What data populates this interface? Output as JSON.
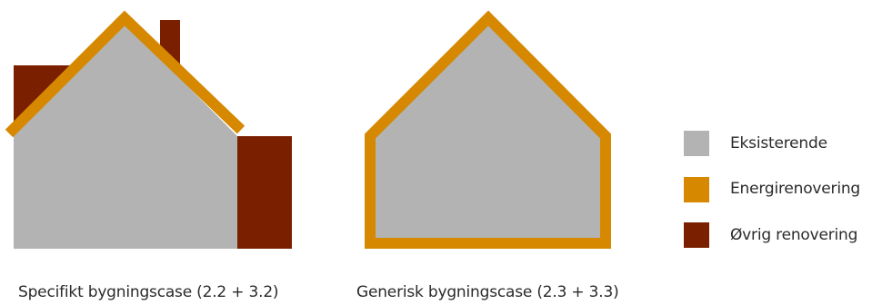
{
  "colors": {
    "existing": "#b3b3b3",
    "energy": "#d58800",
    "other": "#7a2000",
    "text": "#2b2b2b"
  },
  "captions": {
    "specific": "Specifikt bygningscase (2.2 + 3.2)",
    "generic": "Generisk bygningscase (2.3 + 3.3)"
  },
  "legend": [
    {
      "key": "existing",
      "label": "Eksisterende"
    },
    {
      "key": "energy",
      "label": "Energirenovering"
    },
    {
      "key": "other",
      "label": "Øvrig renovering"
    }
  ]
}
